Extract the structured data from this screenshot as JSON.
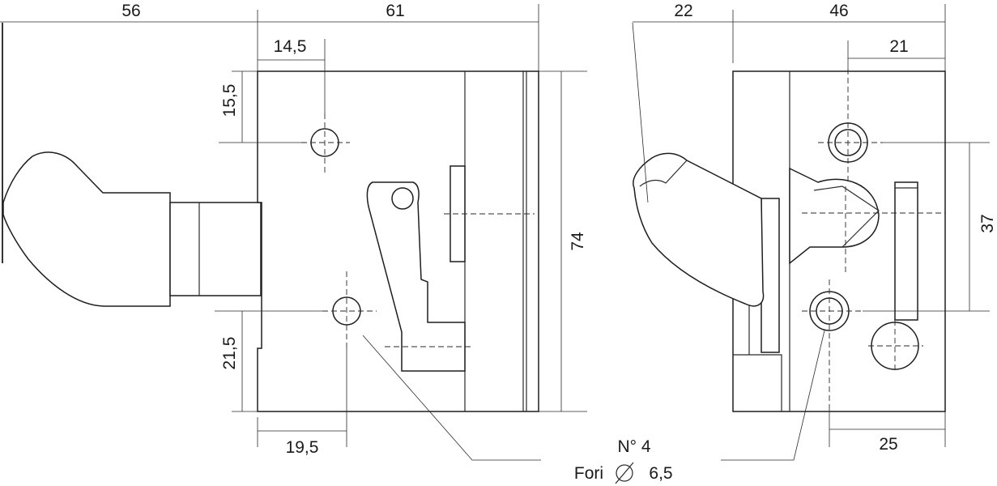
{
  "dimensions": {
    "left_width_handle": "56",
    "left_width_body": "61",
    "left_hole_x": "14,5",
    "left_hole_top": "15,5",
    "left_hole_bottom": "21,5",
    "left_hole_x2": "19,5",
    "left_height": "74",
    "right_width_handle": "22",
    "right_width_body": "46",
    "right_hole_x": "21",
    "right_hole_spacing": "37",
    "right_hole_x2": "25"
  },
  "note": {
    "count": "N° 4",
    "holes_label": "Fori",
    "diameter": "6,5"
  }
}
